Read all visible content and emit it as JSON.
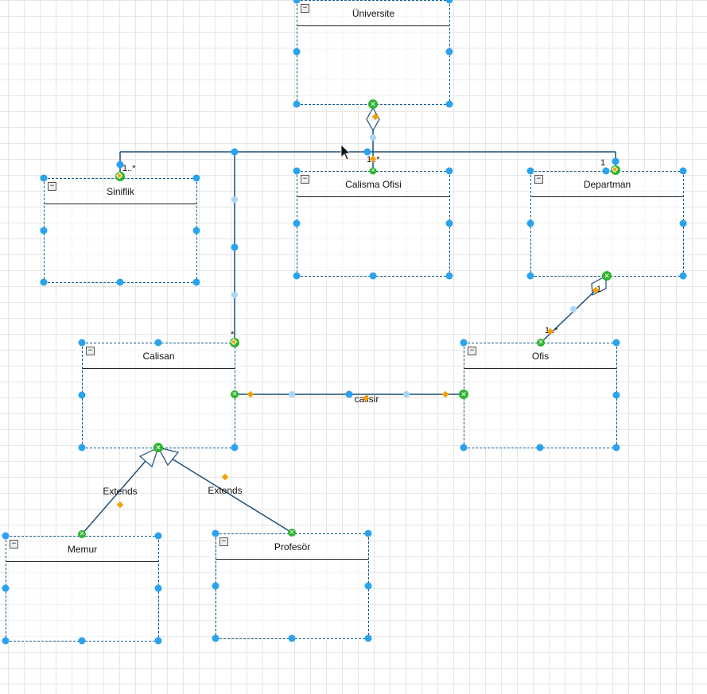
{
  "classes": {
    "universite": {
      "name": "Üniversite"
    },
    "siniflik": {
      "name": "Siniflik"
    },
    "calisma_ofisi": {
      "name": "Calisma Ofisi"
    },
    "departman": {
      "name": "Departman"
    },
    "calisan": {
      "name": "Calisan"
    },
    "ofis": {
      "name": "Ofis"
    },
    "memur": {
      "name": "Memur"
    },
    "profesor": {
      "name": "Profesör"
    }
  },
  "edges": {
    "calisir": "calisir",
    "extends_memur": "Extends",
    "extends_profesor": "Extends"
  },
  "multiplicities": {
    "siniflik": "1..*",
    "calisma_ofisi": "1..*",
    "departman": "1",
    "calisan": "*",
    "ofis": "1..*",
    "departman_ofis": "1"
  },
  "collapse_glyph": "−",
  "connect_glyph": "✕",
  "colors": {
    "border": "#0e5a8a",
    "handle": "#29a3ef",
    "connector": "#2db52d",
    "marker": "#f5a000",
    "edge": "#1f4e79"
  }
}
